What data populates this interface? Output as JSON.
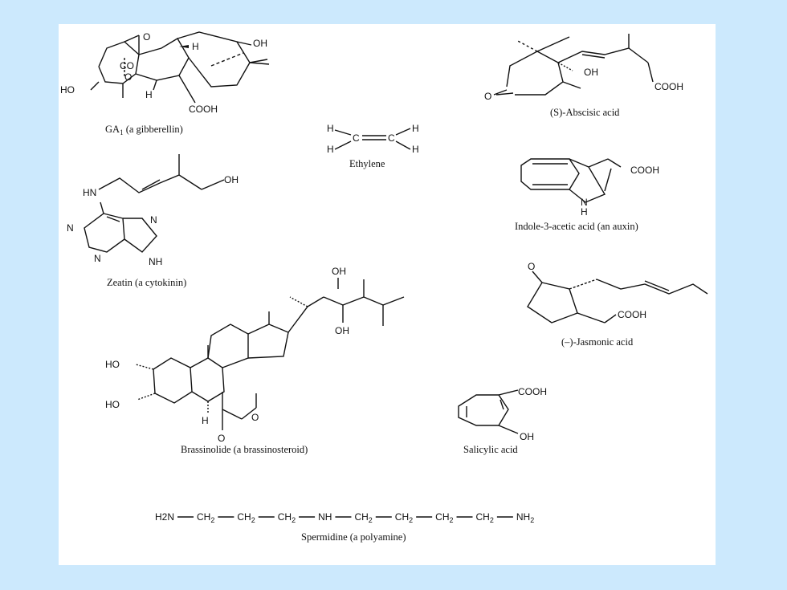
{
  "captions": {
    "ga1": "GA",
    "ga1_sub": "1",
    "ga1_rest": " (a gibberellin)",
    "abscisic": "(S)-Abscisic acid",
    "ethylene": "Ethylene",
    "indole": "Indole-3-acetic acid (an auxin)",
    "zeatin": "Zeatin (a cytokinin)",
    "jasmonic": "(–)-Jasmonic acid",
    "brassinolide": "Brassinolide (a brassinosteroid)",
    "salicylic": "Salicylic acid",
    "spermidine": "Spermidine (a polyamine)"
  },
  "labels": {
    "oh": "OH",
    "ho": "HO",
    "h": "H",
    "cooh": "COOH",
    "co": "CO",
    "o": "O",
    "c": "C",
    "n": "N",
    "hn": "HN",
    "nh": "NH"
  },
  "spermidine_formula": [
    "H2N",
    "CH2",
    "CH2",
    "CH2",
    "NH",
    "CH2",
    "CH2",
    "CH2",
    "CH2",
    "NH2"
  ],
  "colors": {
    "background": "#cce9fd",
    "panel": "#ffffff",
    "ink": "#111111"
  }
}
